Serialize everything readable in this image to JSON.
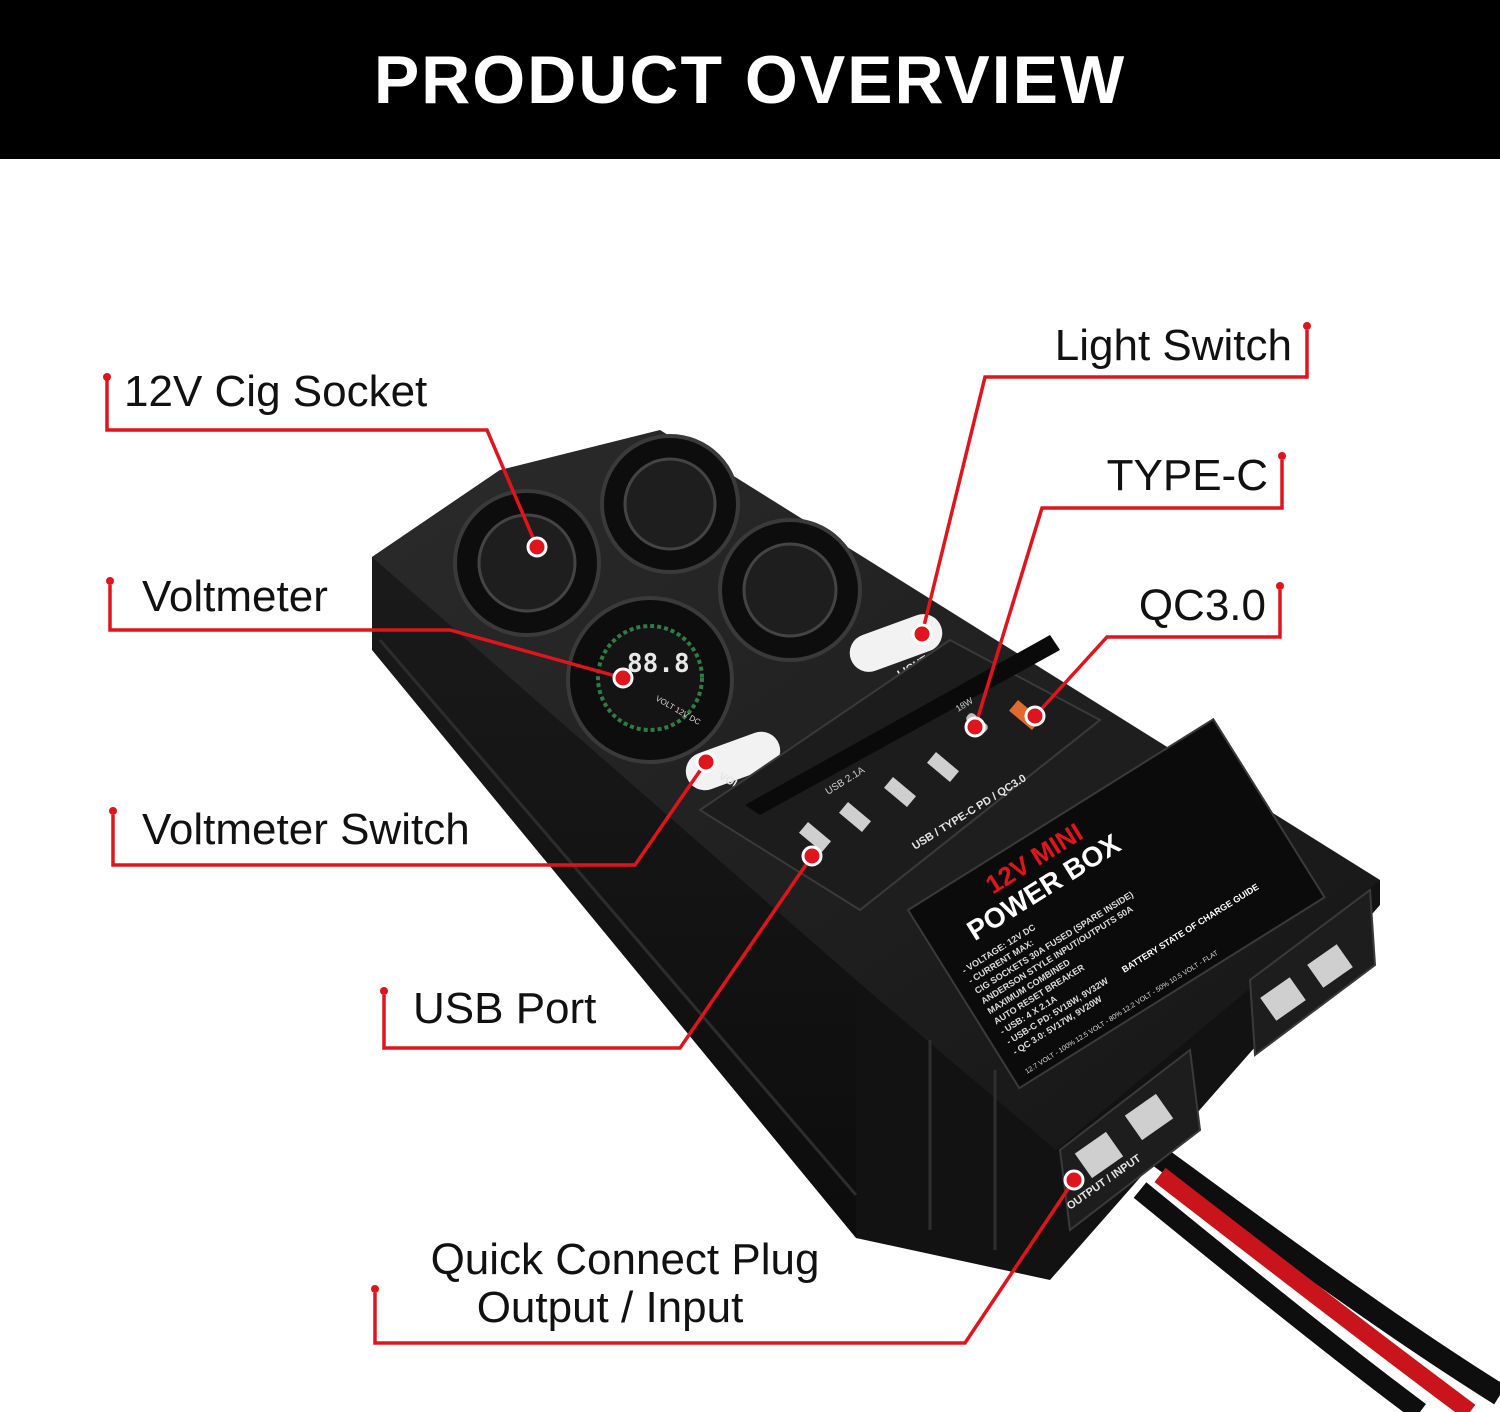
{
  "header": {
    "title": "PRODUCT OVERVIEW"
  },
  "callouts": {
    "cig_socket": "12V Cig Socket",
    "voltmeter": "Voltmeter",
    "voltmeter_switch": "Voltmeter Switch",
    "usb_port": "USB Port",
    "quick_connect_line1": "Quick Connect Plug",
    "quick_connect_line2": "Output / Input",
    "light_switch": "Light Switch",
    "type_c": "TYPE-C",
    "qc30": "QC3.0"
  },
  "product": {
    "label_brand_line1": "12V MINI",
    "label_brand_line2": "POWER BOX",
    "panel_labels": {
      "light": "LIGHT",
      "voltmeter": "VOLTMETER",
      "usb_strip": "USB / TYPE-C PD / QC3.0",
      "usb_21a": "USB 2.1A",
      "pd_18w": "18W",
      "output_input": "OUTPUT / INPUT",
      "volt_display": "88.8",
      "volt_unit": "VOLT 12V DC"
    },
    "spec_lines": [
      "- VOLTAGE: 12V DC",
      "- CURRENT MAX:",
      "  CIG SOCKETS 30A FUSED (SPARE INSIDE)",
      "  ANDERSON STYLE INPUT/OUTPUTS 50A",
      "  MAXIMUM COMBINED",
      "  AUTO RESET BREAKER",
      "- USB: 4 X 2.1A",
      "- USB-C PD: 5V18W, 9V32W",
      "- QC 3.0: 5V17W, 9V20W"
    ],
    "charge_guide_title": "BATTERY STATE OF CHARGE GUIDE",
    "charge_guide_values": "12.7 VOLT - 100%   12.5 VOLT - 80%   12.2 VOLT - 50%   10.5 VOLT - FLAT"
  },
  "colors": {
    "accent_red": "#e0141c",
    "box_black": "#1a1a1a",
    "banner_black": "#000000"
  }
}
